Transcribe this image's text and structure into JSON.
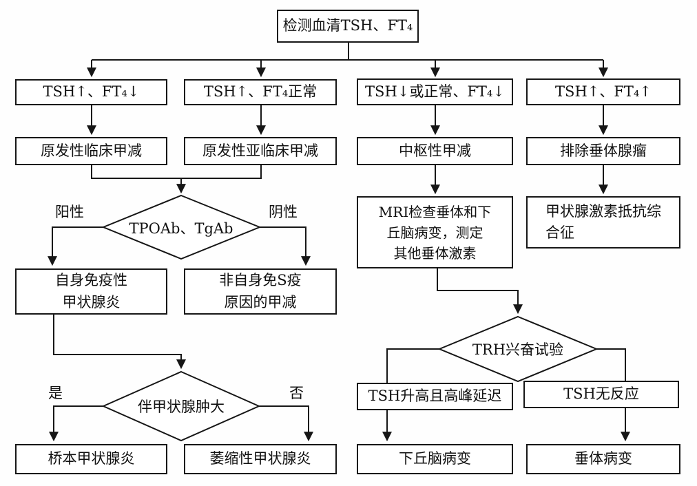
{
  "diagram": {
    "nodes": {
      "root": "检测血清TSH、FT₄",
      "tsh_up_ft4_down": "TSH↑、FT₄↓",
      "tsh_up_ft4_normal": "TSH↑、FT₄正常",
      "tsh_down_or_normal_ft4_down": "TSH↓或正常、FT₄↓",
      "tsh_up_ft4_up": "TSH↑、FT₄↑",
      "primary_clinical": "原发性临床甲减",
      "primary_subclinical": "原发性亚临床甲减",
      "central": "中枢性甲减",
      "exclude_adenoma": "排除垂体腺瘤",
      "mri": "MRI检查垂体和下\n丘脑病变，测定\n其他垂体激素",
      "hormone_resistance": "甲状腺激素抵抗综\n合征",
      "autoimmune_thyroiditis": "自身免疫性\n甲状腺炎",
      "non_autoimmune": "非自身免S疫\n原因的甲减",
      "tsh_rise_delayed": "TSH升高且高峰延迟",
      "tsh_no_response": "TSH无反应",
      "hashimoto": "桥本甲状腺炎",
      "atrophic": "萎缩性甲状腺炎",
      "hypothalamic_lesion": "下丘脑病变",
      "pituitary_lesion": "垂体病变"
    },
    "decisions": {
      "antibodies": "TPOAb、TgAb",
      "goiter": "伴甲状腺肿大",
      "trh": "TRH兴奋试验"
    },
    "edge_labels": {
      "positive": "阳性",
      "negative": "阴性",
      "yes": "是",
      "no": "否"
    },
    "colors": {
      "line": "#161616",
      "background": "#fefefe",
      "text": "#111111"
    }
  }
}
